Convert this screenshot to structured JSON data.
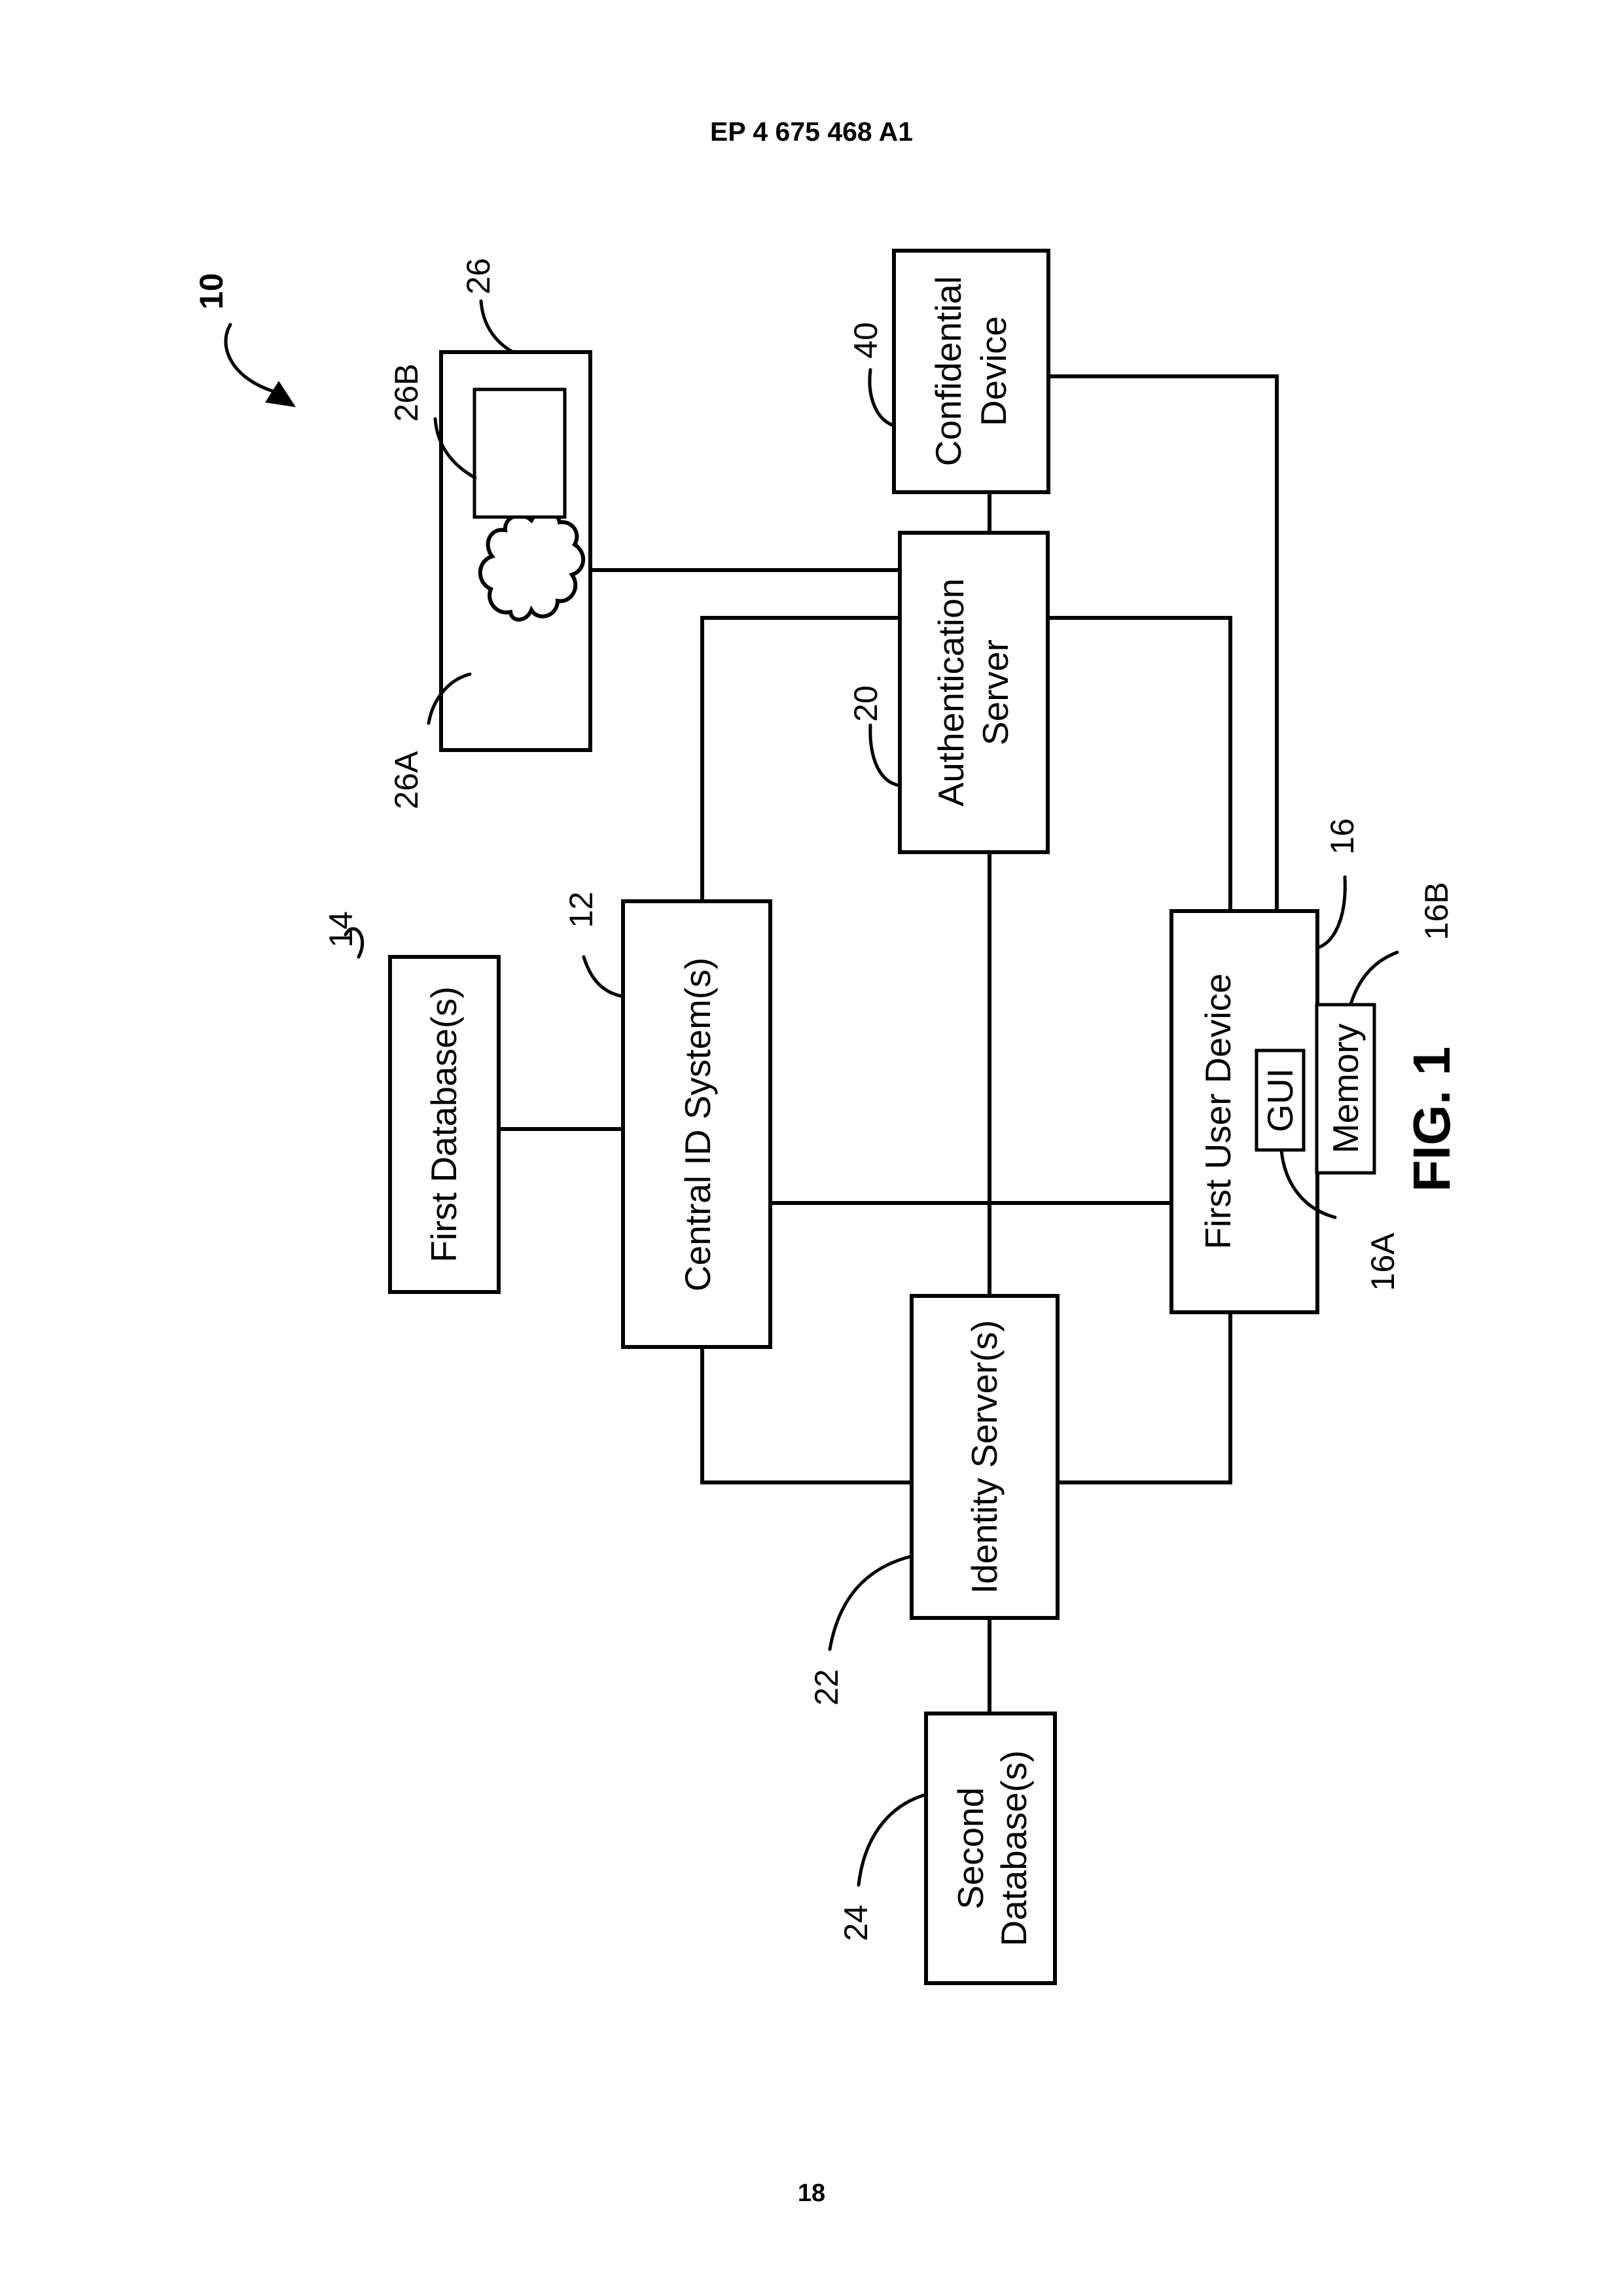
{
  "header": {
    "publication_number": "EP 4 675 468 A1"
  },
  "footer": {
    "page_number": "18"
  },
  "figure": {
    "label": "FIG. 1",
    "system_ref": "10",
    "components": {
      "first_database": {
        "label": "First Database(s)",
        "ref": "14"
      },
      "central_id": {
        "label": "Central ID System(s)",
        "ref": "12"
      },
      "identity_server": {
        "label": "Identity Server(s)",
        "ref": "22"
      },
      "second_database": {
        "label_line1": "Second",
        "label_line2": "Database(s)",
        "ref": "24"
      },
      "authentication_server": {
        "label_line1": "Authentication",
        "label_line2": "Server",
        "ref": "20"
      },
      "confidential_device": {
        "label_line1": "Confidential",
        "label_line2": "Device",
        "ref": "40"
      },
      "first_user_device": {
        "label": "First User Device",
        "ref": "16"
      },
      "gui": {
        "label": "GUI",
        "ref": "16A"
      },
      "memory": {
        "label": "Memory",
        "ref": "16B"
      },
      "device_26": {
        "ref": "26",
        "cloud_ref": "26A",
        "screen_ref": "26B"
      }
    }
  }
}
